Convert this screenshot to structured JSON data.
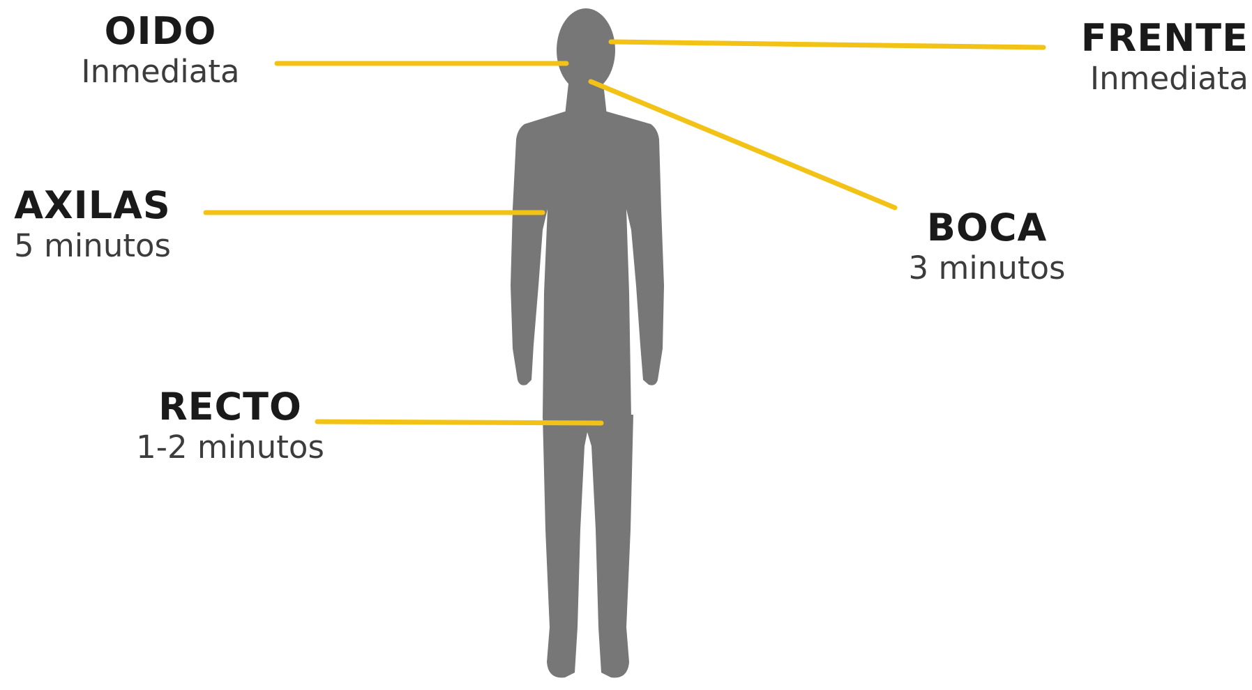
{
  "colors": {
    "leader_line": "#f2c316",
    "silhouette": "#777777",
    "text": "#1a1a1a"
  },
  "measurement_sites": [
    {
      "name": "OIDO",
      "time": "Inmediata"
    },
    {
      "name": "FRENTE",
      "time": "Inmediata"
    },
    {
      "name": "AXILAS",
      "time": "5 minutos"
    },
    {
      "name": "BOCA",
      "time": "3 minutos"
    },
    {
      "name": "RECTO",
      "time": "1-2 minutos"
    }
  ]
}
